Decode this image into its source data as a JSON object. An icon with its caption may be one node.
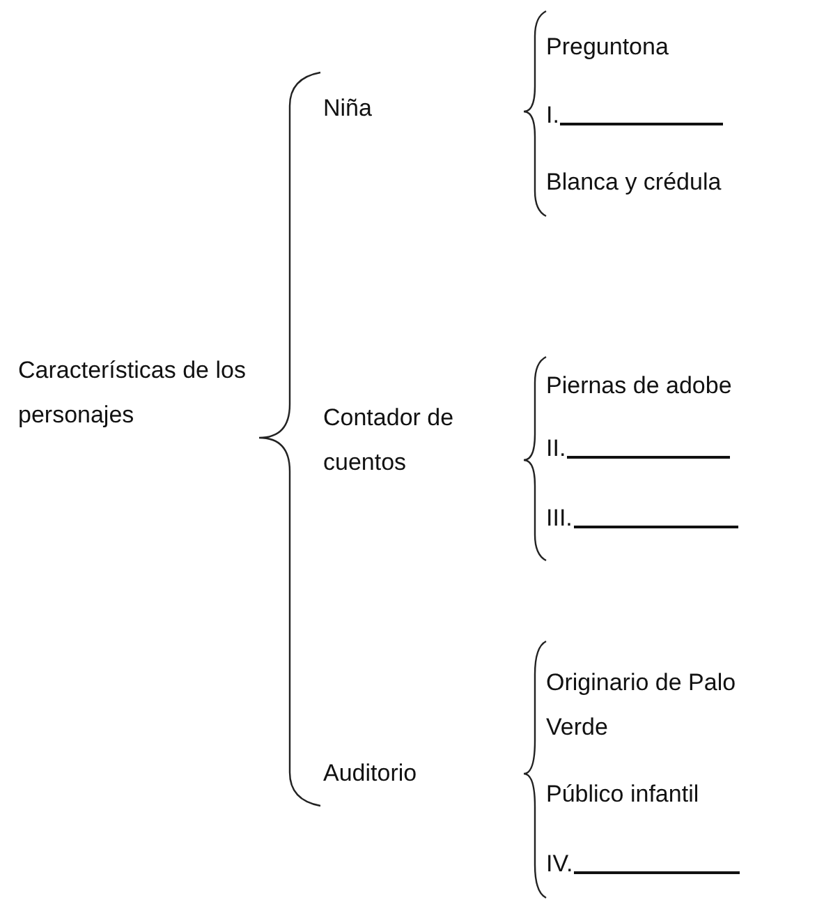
{
  "diagram": {
    "labels": [
      "Preguntona",
      "Niña",
      "I.",
      "Blanca y crédula",
      "Características de los personajes",
      "Piernas de adobe",
      "Contador de cuentos",
      "II.",
      "III.",
      "Originario de Palo Verde",
      "Auditorio",
      "Público infantil",
      "IV."
    ]
  }
}
